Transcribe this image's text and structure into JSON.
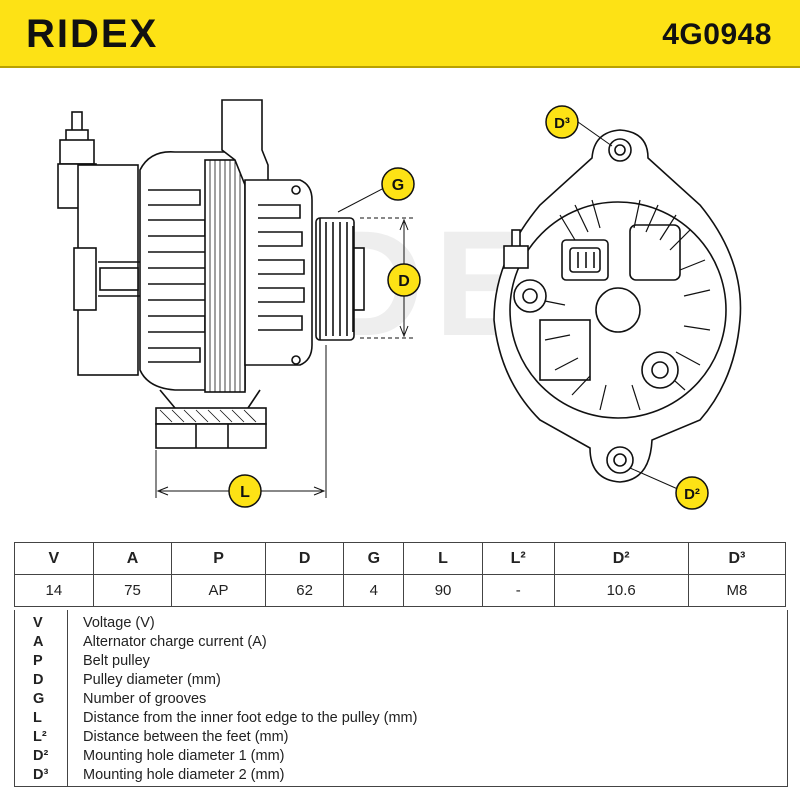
{
  "header": {
    "brand": "RIDEX",
    "part_number": "4G0948",
    "background_color": "#fde215"
  },
  "drawing": {
    "callouts": {
      "g": "G",
      "d": "D",
      "l": "L",
      "d2": "D²",
      "d3": "D³"
    },
    "watermark": "RIDEX"
  },
  "specs": {
    "columns": [
      "V",
      "A",
      "P",
      "D",
      "G",
      "L",
      "L²",
      "D²",
      "D³"
    ],
    "values": [
      "14",
      "75",
      "AP",
      "62",
      "4",
      "90",
      "-",
      "10.6",
      "M8"
    ]
  },
  "legend": [
    {
      "key": "V",
      "desc": "Voltage (V)"
    },
    {
      "key": "A",
      "desc": "Alternator charge current (A)"
    },
    {
      "key": "P",
      "desc": "Belt pulley"
    },
    {
      "key": "D",
      "desc": "Pulley diameter (mm)"
    },
    {
      "key": "G",
      "desc": "Number of grooves"
    },
    {
      "key": "L",
      "desc": "Distance from the inner foot edge to the pulley (mm)"
    },
    {
      "key": "L²",
      "desc": "Distance between the feet (mm)"
    },
    {
      "key": "D²",
      "desc": "Mounting hole diameter 1 (mm)"
    },
    {
      "key": "D³",
      "desc": "Mounting hole diameter 2 (mm)"
    }
  ]
}
